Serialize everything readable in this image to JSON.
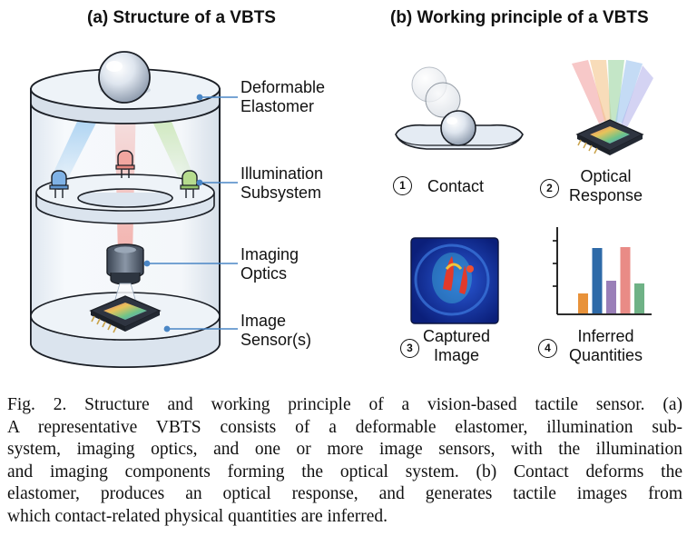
{
  "panel_a": {
    "title": "(a) Structure of a VBTS",
    "labels": [
      {
        "lines": [
          "Deformable",
          "Elastomer"
        ]
      },
      {
        "lines": [
          "Illumination",
          "Subsystem"
        ]
      },
      {
        "lines": [
          "Imaging",
          "Optics"
        ]
      },
      {
        "lines": [
          "Image",
          "Sensor(s)"
        ]
      }
    ]
  },
  "panel_b": {
    "title": "(b) Working principle of a VBTS",
    "steps": [
      {
        "num": "1",
        "lines": [
          "Contact"
        ]
      },
      {
        "num": "2",
        "lines": [
          "Optical",
          "Response"
        ]
      },
      {
        "num": "3",
        "lines": [
          "Captured",
          "Image"
        ]
      },
      {
        "num": "4",
        "lines": [
          "Inferred",
          "Quantities"
        ]
      }
    ],
    "bar_colors": [
      "#e8923a",
      "#2e6aa8",
      "#9a7fb8",
      "#e98b86",
      "#6fb286"
    ]
  },
  "caption": {
    "lines": [
      "Fig. 2.  Structure and working principle of a vision-based tactile sensor. (a)",
      "A representative VBTS consists of a deformable elastomer, illumination sub-",
      "system, imaging optics, and one or more image sensors, with the illumination",
      "and imaging components forming the optical system. (b) Contact deforms the",
      "elastomer, produces an optical response, and generates tactile images from",
      "which contact-related physical quantities are inferred."
    ]
  }
}
